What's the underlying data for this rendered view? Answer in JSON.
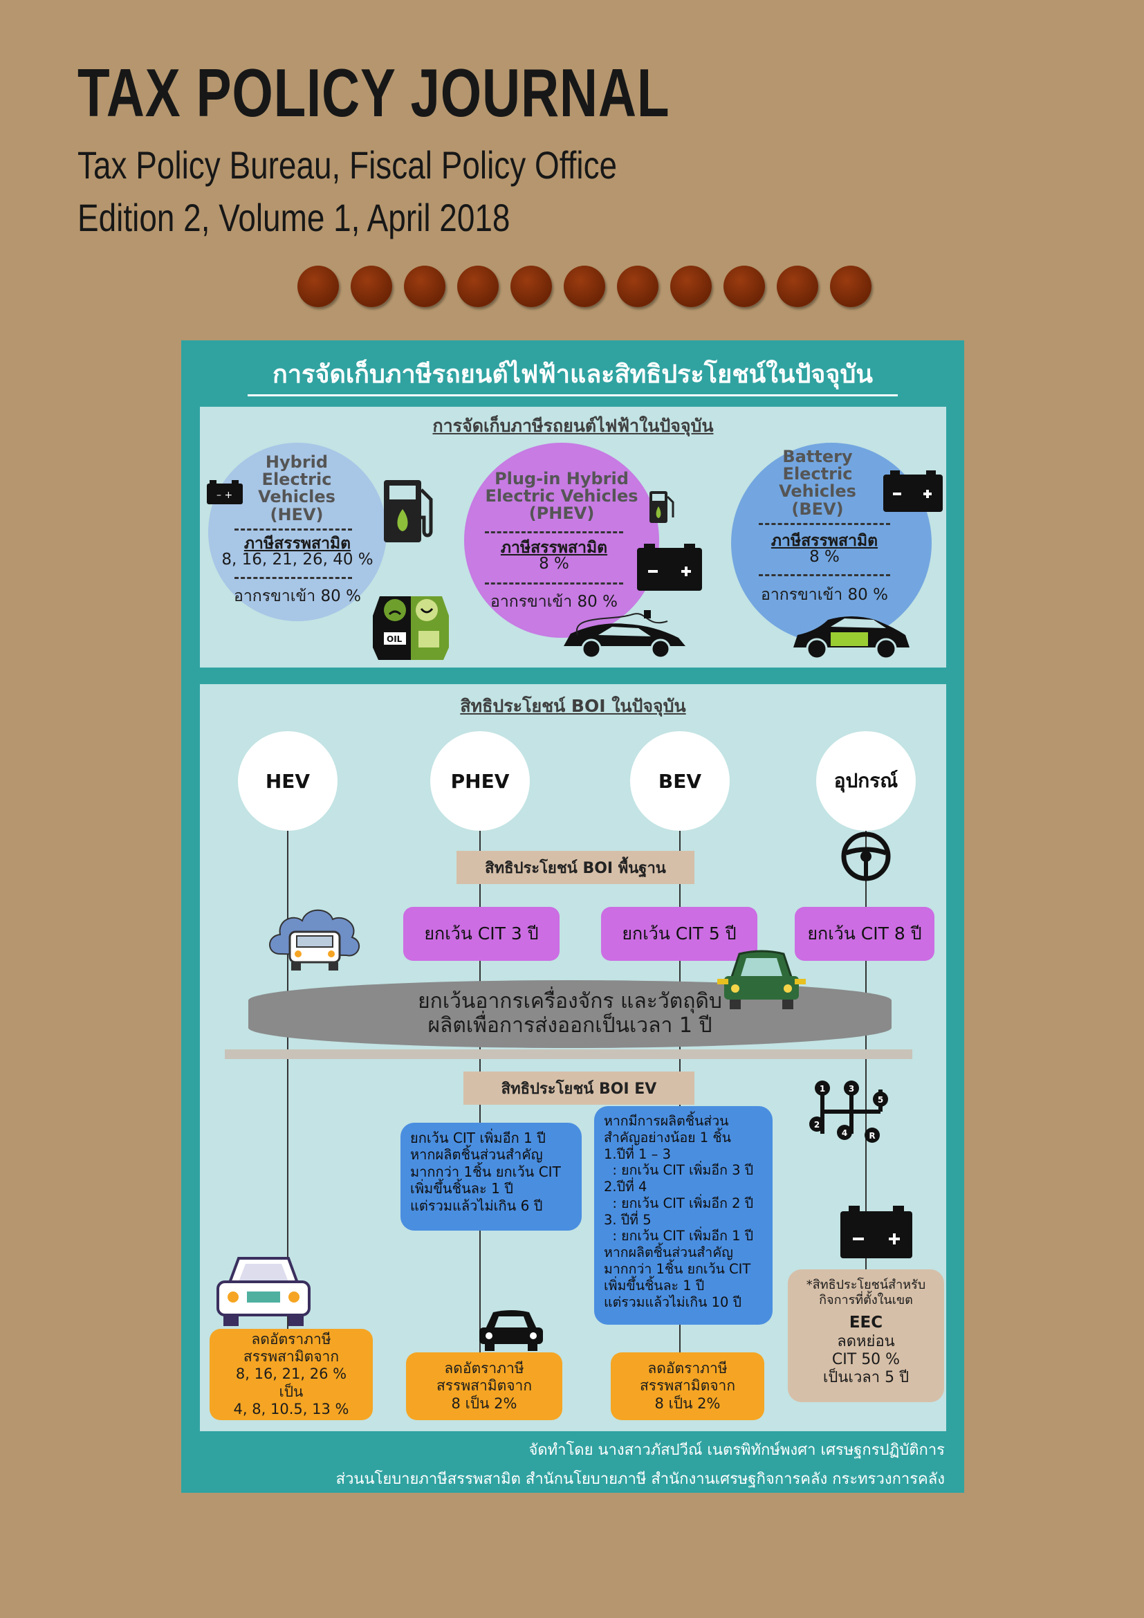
{
  "journal": {
    "title": "TAX POLICY JOURNAL",
    "publisher": "Tax Policy Bureau, Fiscal Policy Office",
    "edition": "Edition 2, Volume 1, April 2018"
  },
  "poster": {
    "title": "การจัดเก็บภาษีรถยนต์ไฟฟ้าและสิทธิประโยชน์ในปัจจุบัน",
    "tax_section": {
      "title": "การจัดเก็บภาษีรถยนต์ไฟฟ้าในปัจจุบัน",
      "vehicles": [
        {
          "name": "Hybrid\nElectric\nVehicles\n(HEV)",
          "excise_label": "ภาษีสรรพสามิต",
          "excise_value": "8, 16, 21, 26, 40 %",
          "import_duty": "อากรขาเข้า 80 %",
          "color": "#a8c6e6"
        },
        {
          "name": "Plug-in Hybrid\nElectric Vehicles\n(PHEV)",
          "excise_label": "ภาษีสรรพสามิต",
          "excise_value": "8 %",
          "import_duty": "อากรขาเข้า 80 %",
          "color": "#c77be3"
        },
        {
          "name": "Battery\nElectric\nVehicles\n(BEV)",
          "excise_label": "ภาษีสรรพสามิต",
          "excise_value": "8 %",
          "import_duty": "อากรขาเข้า 80 %",
          "color": "#73a6e0"
        }
      ],
      "oil_label": "OIL"
    },
    "boi_section": {
      "title": "สิทธิประโยชน์ BOI ในปัจจุบัน",
      "nodes": [
        "HEV",
        "PHEV",
        "BEV",
        "อุปกรณ์"
      ],
      "basic_label": "สิทธิประโยชน์ BOI พื้นฐาน",
      "cit_exemptions": [
        "ยกเว้น CIT 3 ปี",
        "ยกเว้น CIT 5 ปี",
        "ยกเว้น CIT 8 ปี"
      ],
      "machinery_line1": "ยกเว้นอากรเครื่องจักร และวัตถุดิบ",
      "machinery_line2": "ผลิตเพื่อการส่งออกเป็นเวลา 1 ปี",
      "ev_label": "สิทธิประโยชน์ BOI EV",
      "phev_extra": "ยกเว้น CIT เพิ่มอีก 1 ปี\nหากผลิตชิ้นส่วนสำคัญ\nมากกว่า 1ชิ้น ยกเว้น CIT\nเพิ่มขึ้นชิ้นละ 1 ปี\nแต่รวมแล้วไม่เกิน 6 ปี",
      "bev_extra": "หากมีการผลิตชิ้นส่วน\nสำคัญอย่างน้อย 1 ชิ้น\n1.ปีที่ 1 – 3\n  : ยกเว้น CIT เพิ่มอีก 3 ปี\n2.ปีที่ 4\n  : ยกเว้น CIT เพิ่มอีก 2 ปี\n3. ปีที่ 5\n  : ยกเว้น CIT เพิ่มอีก 1 ปี\nหากผลิตชิ้นส่วนสำคัญ\nมากกว่า 1ชิ้น ยกเว้น CIT\nเพิ่มขึ้นชิ้นละ 1 ปี\nแต่รวมแล้วไม่เกิน 10 ปี",
      "hev_reduction": "ลดอัตราภาษี\nสรรพสามิตจาก\n8, 16, 21, 26 %\nเป็น\n4, 8, 10.5, 13 %",
      "phev_reduction": "ลดอัตราภาษี\nสรรพสามิตจาก\n8 เป็น 2%",
      "bev_reduction": "ลดอัตราภาษี\nสรรพสามิตจาก\n8 เป็น 2%",
      "eec_note": "*สิทธิประโยชน์สำหรับ\nกิจการที่ตั้งในเขต",
      "eec_title": "EEC",
      "eec_body": "ลดหย่อน\nCIT 50 %\nเป็นเวลา 5 ปี",
      "gear_numbers": [
        "1",
        "3",
        "5",
        "2",
        "4",
        "R"
      ]
    },
    "footer": {
      "line1": "จัดทำโดย นางสาวภัสปวีณ์ เนตรพิทักษ์พงศา เศรษฐกรปฏิบัติการ",
      "line2": "ส่วนนโยบายภาษีสรรพสามิต สำนักนโยบายภาษี สำนักงานเศรษฐกิจการคลัง กระทรวงการคลัง"
    }
  }
}
